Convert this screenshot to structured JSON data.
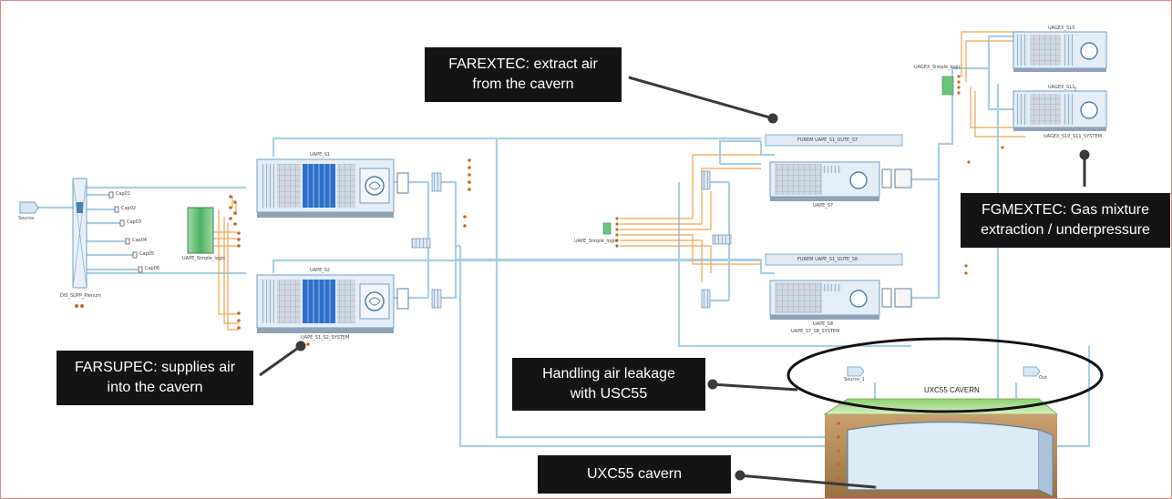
{
  "callouts": {
    "farextec": "FAREXTEC: extract air\nfrom the cavern",
    "farsupec": "FARSUPEC: supplies air\ninto the cavern",
    "fgmextec": "FGMEXTEC: Gas mixture\nextraction / underpressure",
    "leakage": "Handling air leakage\nwith USC55",
    "uxc55": "UXC55 cavern"
  },
  "labels": {
    "source": "Source",
    "manifold": "DIS_SUPP_Plenum",
    "cap1": "Cap01",
    "cap2": "Cap02",
    "cap3": "Cap03",
    "cap4": "Cap04",
    "cap5": "Cap05",
    "cap6": "Cap06",
    "supply_logic": "UAPE_Simple_logic",
    "ahu_top": "UAPE_S1",
    "ahu_bottom": "UAPE_S2",
    "ahu_system": "UAPE_S1_S2_SYSTEM",
    "extract_logic": "UAPE_Simple_logic",
    "ext_top_bar": "FUREM UAPE_S1_UUTE_S7",
    "ext_top": "UAPE_S7",
    "ext_bottom_bar": "FUREM UAPE_S1_UUTE_S8",
    "ext_bottom": "UAPE_S8",
    "ext_system": "UAPE_S7_S8_SYSTEM",
    "gas_logic": "UAGEX_Simple_logic",
    "gas_top": "UAGEX_S10",
    "gas_bottom": "UAGEX_S11",
    "gas_system": "UAGEX_S10_S11_SYSTEM",
    "cavern_source": "Source_1",
    "cavern_out": "Out",
    "cavern_title": "UXC55 CAVERN"
  },
  "colors": {
    "pipe": "#a9cfe6",
    "pipe_dark": "#6f9fc7",
    "signal": "#f0a44c",
    "port": "#c06a2a",
    "callout_bg": "#141414",
    "unit_fill": "#d6e8f4",
    "coil": "#2f6fc9",
    "green": "#6bc47a",
    "earth": "#a87c4b"
  }
}
